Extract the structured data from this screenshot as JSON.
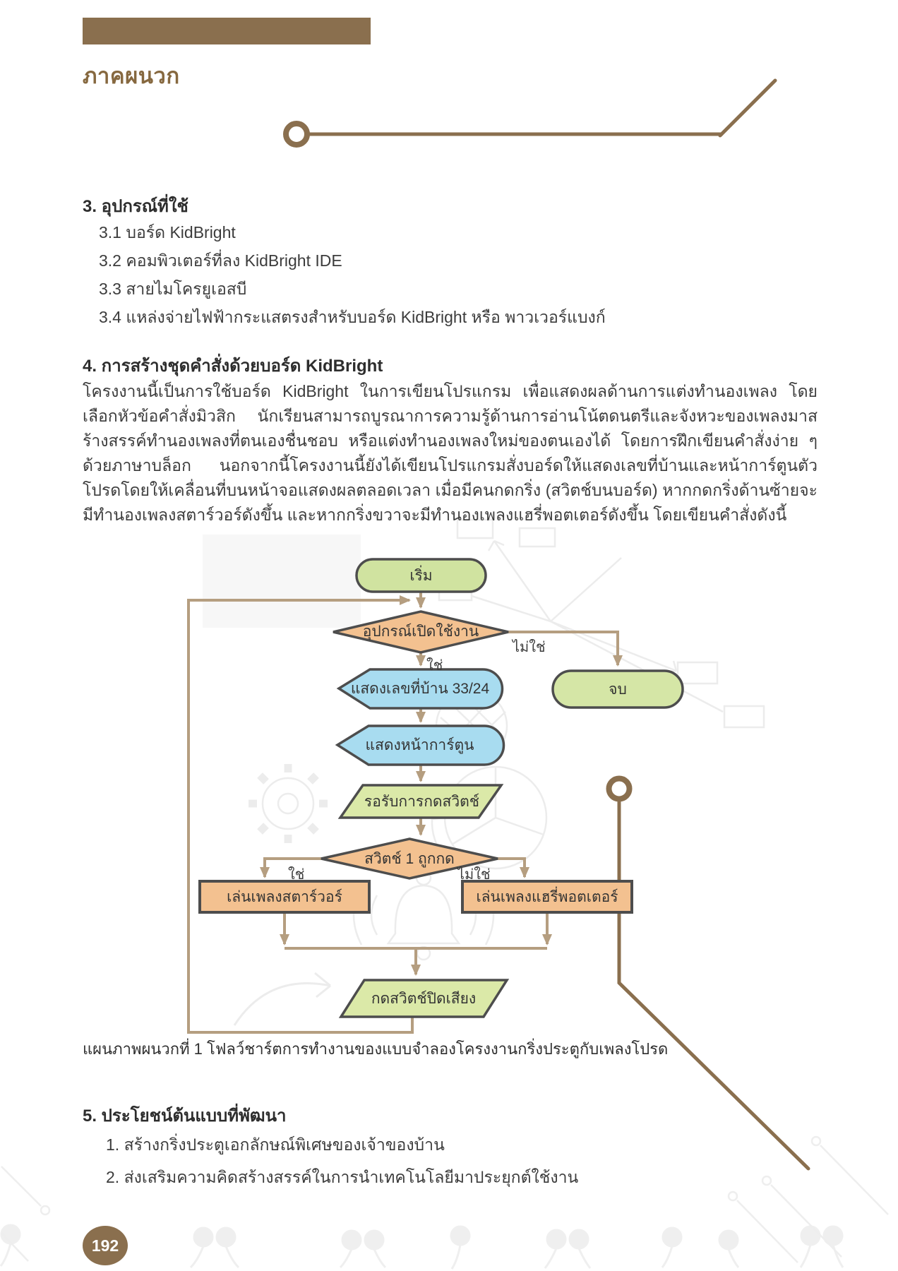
{
  "page_number": "192",
  "header": {
    "title": "ภาคผนวก"
  },
  "sections": {
    "equipment": {
      "heading": "3. อุปกรณ์ที่ใช้",
      "items": [
        "3.1 บอร์ด KidBright",
        "3.2 คอมพิวเตอร์ที่ลง KidBright IDE",
        "3.3 สายไมโครยูเอสบี",
        "3.4 แหล่งจ่ายไฟฟ้ากระแสตรงสำหรับบอร์ด KidBright หรือ พาวเวอร์แบงก์"
      ]
    },
    "programming": {
      "heading": "4. การสร้างชุดคำสั่งด้วยบอร์ด KidBright",
      "paragraph": "โครงงานนี้เป็นการใช้บอร์ด KidBright ในการเขียนโปรแกรม เพื่อแสดงผลด้านการแต่งทำนองเพลง โดยเลือกหัวข้อคำสั่งมิวสิก นักเรียนสามารถบูรณาการความรู้ด้านการอ่านโน้ตดนตรีและจังหวะของเพลงมาสร้างสรรค์ทำนองเพลงที่ตนเองชื่นชอบ หรือแต่งทำนองเพลงใหม่ของตนเองได้ โดยการฝึกเขียนคำสั่งง่าย ๆ ด้วยภาษาบล็อก นอกจากนี้โครงงานนี้ยังได้เขียนโปรแกรมสั่งบอร์ดให้แสดงเลขที่บ้านและหน้าการ์ตูนตัวโปรดโดยให้เคลื่อนที่บนหน้าจอแสดงผลตลอดเวลา เมื่อมีคนกดกริ่ง (สวิตช์บนบอร์ด) หากกดกริ่งด้านซ้ายจะมีทำนองเพลงสตาร์วอร์ดังขึ้น และหากกริ่งขวาจะมีทำนองเพลงแฮรี่พอตเตอร์ดังขึ้น โดยเขียนคำสั่งดังนี้"
    },
    "benefits": {
      "heading": "5. ประโยชน์ต้นแบบที่พัฒนา",
      "items": [
        "1. สร้างกริ่งประตูเอกลักษณ์พิเศษของเจ้าของบ้าน",
        "2. ส่งเสริมความคิดสร้างสรรค์ในการนำเทคโนโลยีมาประยุกต์ใช้งาน"
      ]
    }
  },
  "flowchart": {
    "caption": "แผนภาพผนวกที่ 1 โฟลว์ชาร์ตการทำงานของแบบจำลองโครงงานกริ่งประตูกับเพลงโปรด",
    "nodes": {
      "start": "เริ่ม",
      "check_device_on": "อุปกรณ์เปิดใช้งาน",
      "show_house_number": "แสดงเลขที่บ้าน 33/24",
      "end": "จบ",
      "show_cartoon": "แสดงหน้าการ์ตูน",
      "wait_switch_press": "รอรับการกดสวิตช์",
      "switch1_pressed": "สวิตช์ 1 ถูกกด",
      "play_star_wars": "เล่นเพลงสตาร์วอร์",
      "play_harry_potter": "เล่นเพลงแฮรี่พอตเตอร์",
      "press_mute_switch": "กดสวิตช์ปิดเสียง"
    },
    "branch_labels": {
      "yes": "ใช่",
      "no": "ไม่ใช่"
    },
    "colors": {
      "terminator_fill": "#d0e3a0",
      "decision_fill": "#f3c190",
      "process_fill": "#a8dcf0",
      "io_fill": "#dbe9a8",
      "shape_border": "#4d4d4d",
      "connector": "#b59e80"
    }
  },
  "theme": {
    "accent_brown": "#8a6f4e",
    "text_color": "#3c3c3c"
  }
}
